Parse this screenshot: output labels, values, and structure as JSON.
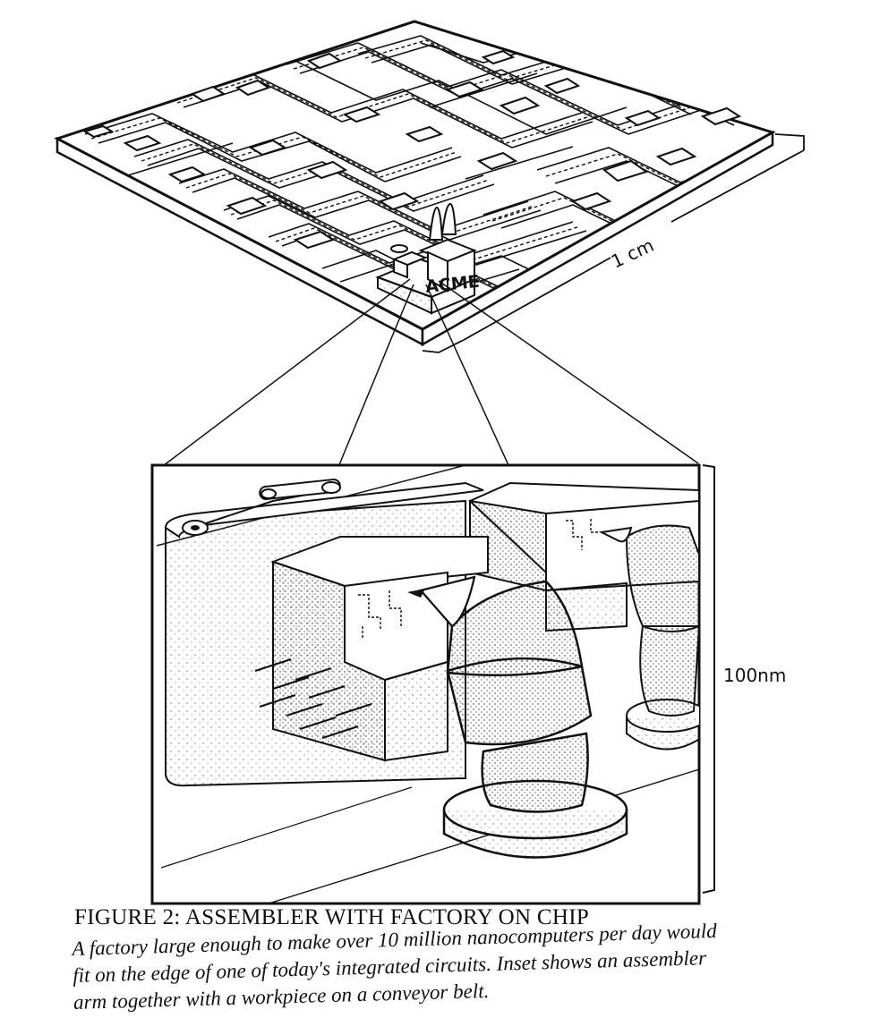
{
  "labels": {
    "factory_sign": "ACME",
    "chip_scale": "1 cm",
    "inset_scale": "100nm"
  },
  "figure": {
    "title": "FIGURE 2: ASSEMBLER WITH FACTORY ON CHIP",
    "caption_lines": [
      "A factory large enough to make over 10 million nanocomputers per day would",
      "fit on the edge of one of today's integrated circuits. Inset shows an assembler",
      "arm together with a workpiece on a conveyor belt."
    ]
  },
  "colors": {
    "ink": "#111111",
    "paper": "#ffffff"
  }
}
